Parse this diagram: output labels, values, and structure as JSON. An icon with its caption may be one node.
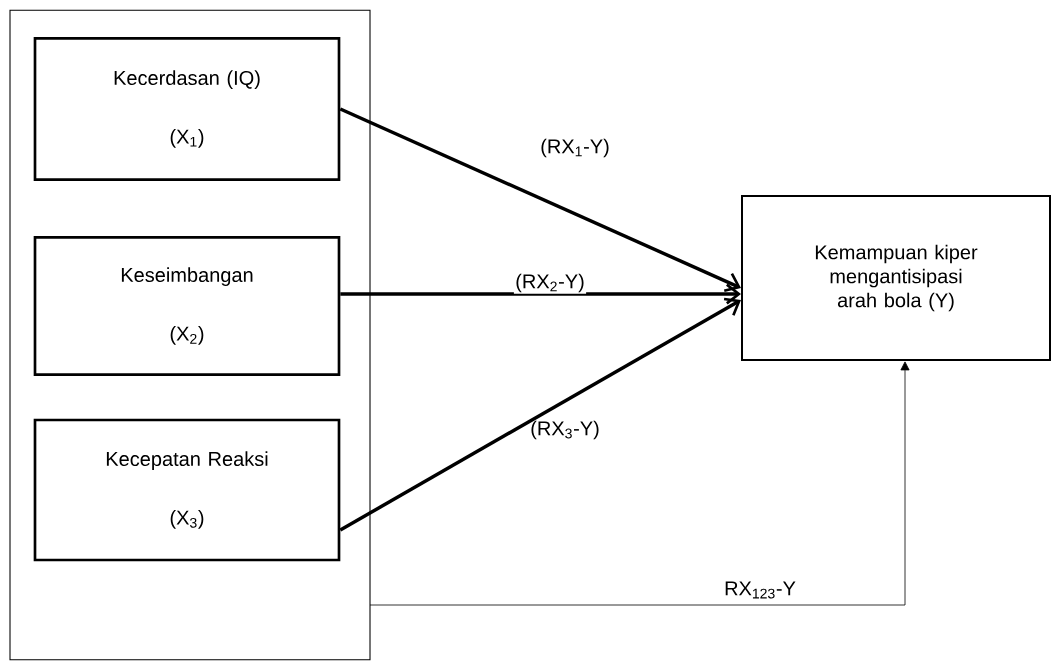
{
  "diagram": {
    "nodes": [
      {
        "text": [],
        "shape": "box"
      },
      {
        "text": [
          "Kecerdasan (IQ)",
          "(X$_{1}$)"
        ],
        "in": 0
      },
      {
        "text": [
          "Keseimbangan",
          "(X$_{2}$)"
        ],
        "in": 0
      },
      {
        "text": [
          "Kecepatan Reaksi",
          "(X$_{3}$)"
        ],
        "in": 0
      },
      {
        "text": [
          "Kemampuan kiper mengantisipasi arah bola (Y)"
        ]
      }
    ],
    "edges": [
      {
        "from": 1,
        "to": 4,
        "arrow": "to",
        "label": "(RX$_{1}$-Y)"
      },
      {
        "from": 2,
        "to": 4,
        "arrow": "to",
        "label": "(RX$_{2}$-Y)"
      },
      {
        "from": 3,
        "to": 4,
        "arrow": "to",
        "label": "(RX$_{3}$-Y)"
      },
      {
        "from": 0,
        "to": 4,
        "arrow": "to",
        "label": "RX$_{123}$-Y"
      }
    ]
  }
}
